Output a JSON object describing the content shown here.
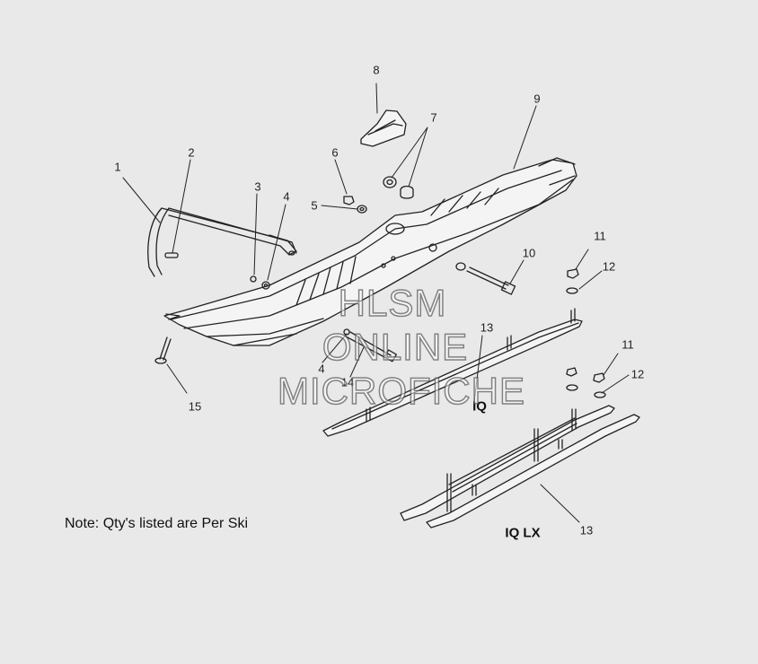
{
  "callouts": {
    "c1": "1",
    "c2": "2",
    "c3": "3",
    "c4a": "4",
    "c4b": "4",
    "c5": "5",
    "c6": "6",
    "c7": "7",
    "c8": "8",
    "c9": "9",
    "c10": "10",
    "c11a": "11",
    "c11b": "11",
    "c12a": "12",
    "c12b": "12",
    "c13a": "13",
    "c13b": "13",
    "c14": "14",
    "c15": "15"
  },
  "labels": {
    "iq": "IQ",
    "iq_lx": "IQ LX"
  },
  "note": "Note: Qty's listed are Per Ski",
  "watermark": {
    "line1": "HLSM",
    "line2": "ONLINE",
    "line3": "MICROFICHE"
  },
  "colors": {
    "background": "#e9e9e9",
    "line": "#222222"
  }
}
